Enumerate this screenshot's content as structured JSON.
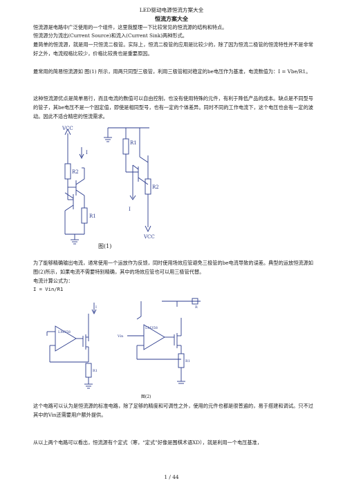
{
  "header": {
    "doc_title": "LED驱动电源恒流方案大全"
  },
  "title": "恒流方案大全",
  "paragraphs": {
    "p1": "恒流源是电路中广泛使用的一个组件，这里我整理一下比较常见的恒流源的结构和特点。",
    "p2": "恒流源分为流出(Current Source)和流入(Current Sink)两种形式。",
    "p3": "最简单的恒流源，就是用一只恒流二极管。实际上，恒流二极管的应用是比较少的，除了因为恒流二极管的恒流特性并不是非常好之外，电流规格比较少，价格比较贵也是重要原因。",
    "p4": "最常用的简易恒流源如 图(1) 所示，用两只同型三极管，利用三极管相对稳定的be电压作为基准，电流数值为：I = Vbe/R1。",
    "p5": "这种恒流源优点是简单易行，而且电流的数值可以自由控制，也没有使用特殊的元件，有利于降低产品的成本。缺点是不同型号的管子，其be电压不是一个固定值，即使是相同型号，也有一定的个体差异。同时不同的工作电流下，这个电压也会有一定的波动。因此不适合精密的恒流需求。",
    "p6": "为了能够精确输出电流，通常使用一个运放作为反馈，同时使用场效应管避免三极管的be电流导致的误差。典型的运放恒流源如图(2)所示，如果电流不需要特别精确，其中的场效应管也可以用三极管代替。",
    "p7": "电流计算公式为：",
    "formula": "I = Vin/R1",
    "p8": "这个电路可以认为是恒流源的标准电路，除了足够的精度和可调性之外，使用的元件也都是很普遍的，易于搭建和调试。只不过其中的Vin还需要用户额外提供。",
    "p9": "从以上两个电路可以看出，恒流源有个定式（寒，“定式”好像是围棋术语XD），就是利用一个电压基准，"
  },
  "figure1": {
    "labels": {
      "vcc": "VCC",
      "i": "I",
      "r1": "R1",
      "r2": "R2",
      "caption": "图(1)"
    }
  },
  "figure2": {
    "labels": {
      "i": "I",
      "vin": "Vin",
      "r1": "R1",
      "opamp": "LM358",
      "ref": "R",
      "caption": "图(2)"
    }
  },
  "footer": {
    "page": "1 / 44"
  },
  "colors": {
    "wire": "#2a3a8c",
    "text": "#1a1a1a"
  }
}
